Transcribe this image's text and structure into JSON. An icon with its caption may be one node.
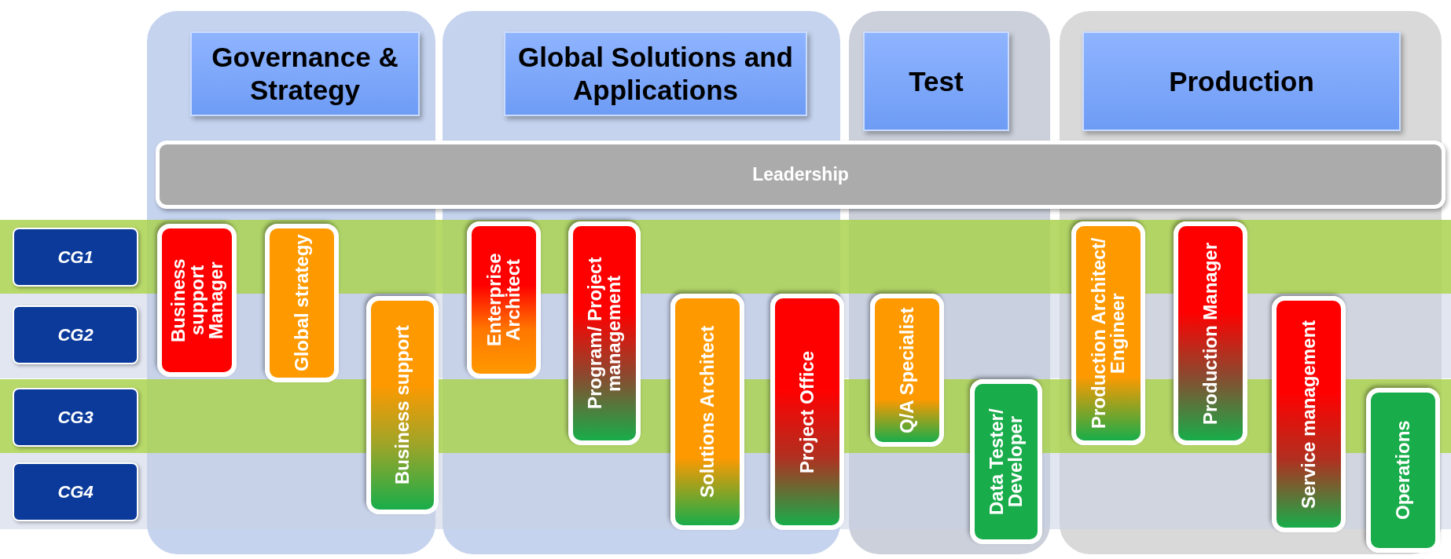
{
  "diagram": {
    "nodes": [
      {
        "text": [
          "Governance & Strategy"
        ]
      },
      {
        "text": [
          "Global Solutions and Applications"
        ]
      },
      {
        "text": [
          "Test"
        ]
      },
      {
        "text": [
          "Production"
        ]
      },
      {
        "text": [
          "Leadership"
        ]
      },
      {
        "text": [
          "CG1"
        ]
      },
      {
        "text": [
          "CG2"
        ]
      },
      {
        "text": [
          "CG3"
        ]
      },
      {
        "text": [
          "CG4"
        ]
      },
      {
        "text": [
          "Business support Manager"
        ],
        "in": 0
      },
      {
        "text": [
          "Global strategy"
        ],
        "in": 0
      },
      {
        "text": [
          "Business support"
        ],
        "in": 0
      },
      {
        "text": [
          "Enterprise Architect"
        ],
        "in": 1
      },
      {
        "text": [
          "Program/ Project management"
        ],
        "in": 1
      },
      {
        "text": [
          "Solutions Architect"
        ],
        "in": 1
      },
      {
        "text": [
          "Project Office"
        ],
        "in": 1
      },
      {
        "text": [
          "Q/A Specialist"
        ],
        "in": 2
      },
      {
        "text": [
          "Data Tester/ Developer"
        ],
        "in": 2
      },
      {
        "text": [
          "Production Architect/ Engineer"
        ],
        "in": 3
      },
      {
        "text": [
          "Production Manager"
        ],
        "in": 3
      },
      {
        "text": [
          "Service management"
        ],
        "in": 3
      },
      {
        "text": [
          "Operations"
        ],
        "in": 3
      }
    ],
    "edges": []
  }
}
